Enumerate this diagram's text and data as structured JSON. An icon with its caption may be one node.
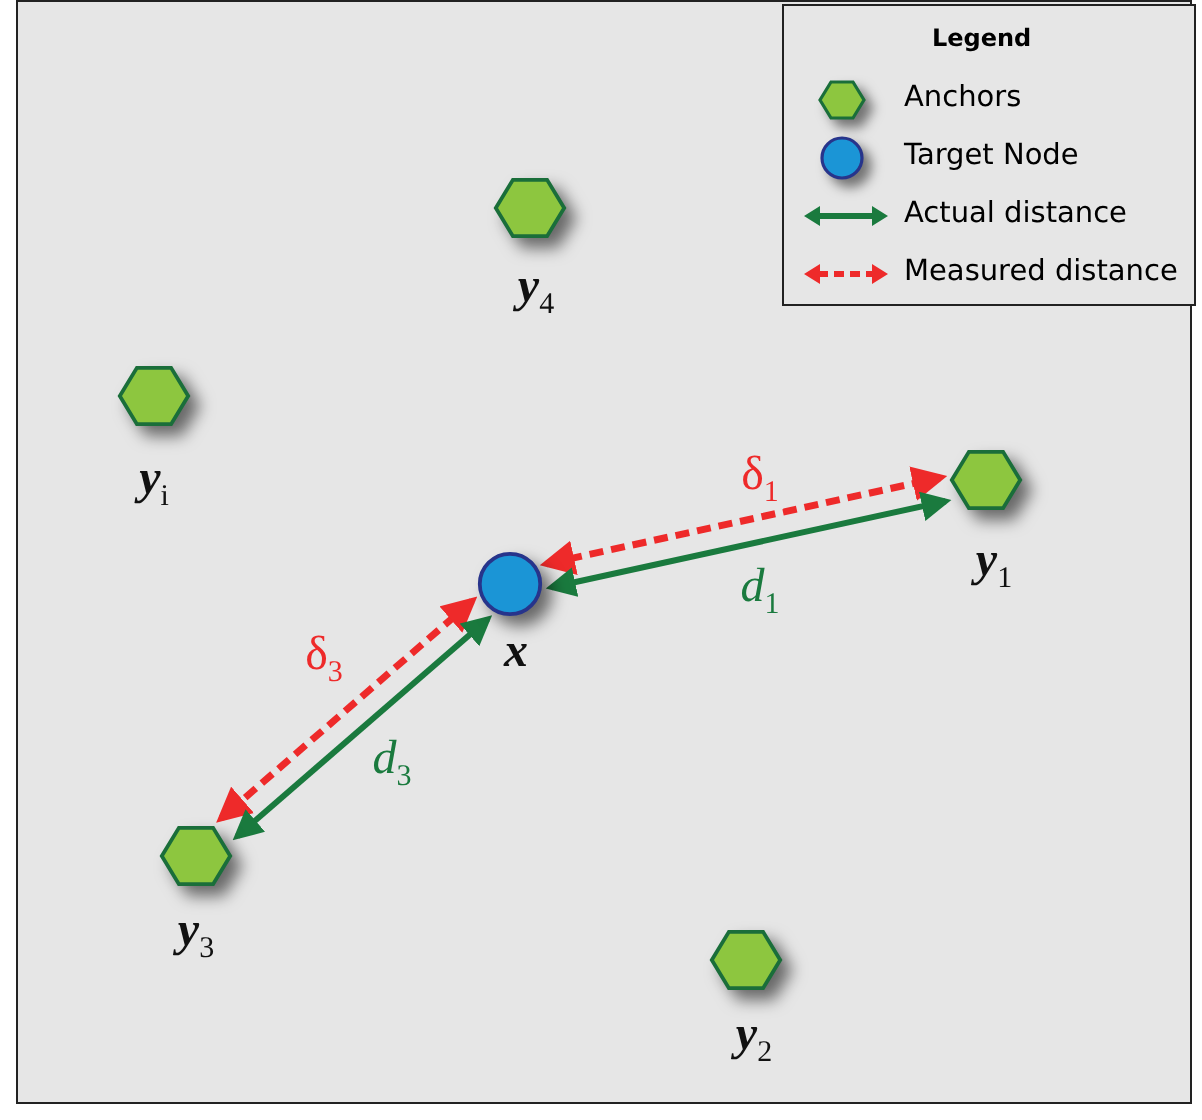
{
  "diagram": {
    "nodes": [
      {
        "text": [],
        "shape": "hexagon",
        "beside": [
          "**y**$_{4}$"
        ]
      },
      {
        "text": [],
        "shape": "hexagon",
        "beside": [
          "**y**$_{i}$"
        ]
      },
      {
        "text": [],
        "shape": "hexagon",
        "beside": [
          "**y**$_{1}$"
        ]
      },
      {
        "text": [],
        "shape": "circle",
        "beside": [
          "x"
        ]
      },
      {
        "text": [],
        "shape": "hexagon",
        "beside": [
          "**y**$_{3}$"
        ]
      },
      {
        "text": [],
        "shape": "hexagon",
        "beside": [
          "**y**$_{2}$"
        ]
      }
    ],
    "edges": [
      {
        "from": 3,
        "to": 2,
        "arrow": "both",
        "label": "δ$_{1}$",
        "style": "dashed",
        "color": "#ee2a2a"
      },
      {
        "from": 3,
        "to": 2,
        "arrow": "both",
        "label": "*d*$_{1}$",
        "color": "#1a7a3e"
      },
      {
        "from": 3,
        "to": 4,
        "arrow": "both",
        "label": "δ$_{3}$",
        "style": "dashed",
        "color": "#ee2a2a"
      },
      {
        "from": 3,
        "to": 4,
        "arrow": "both",
        "label": "*d*$_{3}$",
        "color": "#1a7a3e"
      }
    ],
    "labels": [
      "Legend"
    ],
    "legend": [
      {
        "text": "Anchors"
      },
      {
        "text": "Target Node"
      },
      {
        "text": "Actual distance"
      },
      {
        "text": "Measured distance"
      }
    ]
  }
}
